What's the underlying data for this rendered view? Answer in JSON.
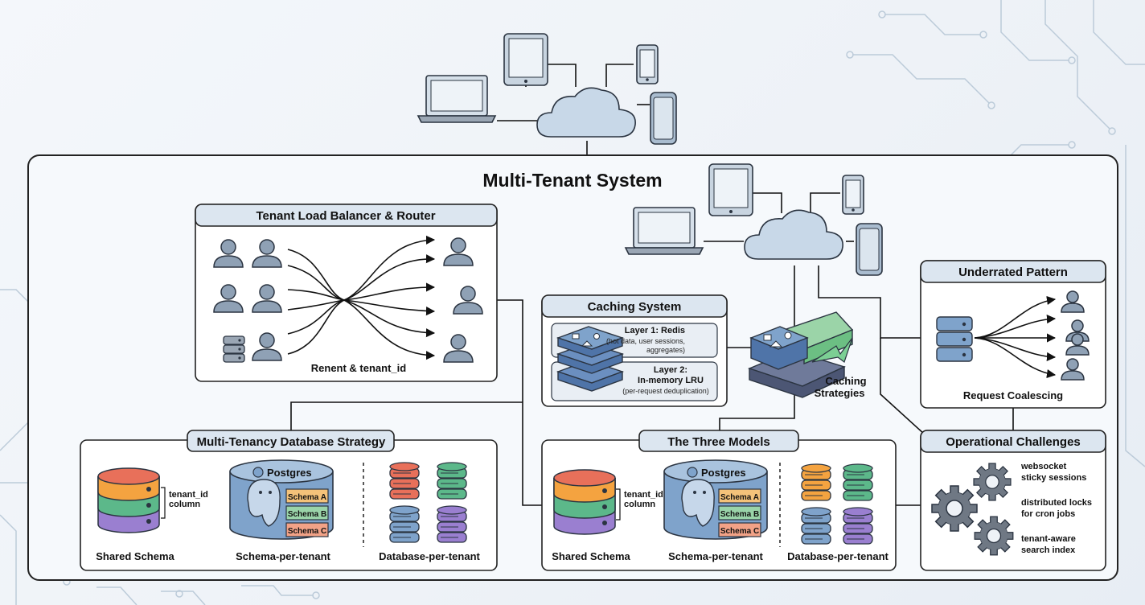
{
  "title": "Multi-Tenant System",
  "load_balancer": {
    "title": "Tenant Load Balancer & Router",
    "caption": "Renent & tenant_id"
  },
  "caching": {
    "title": "Caching System",
    "layer1_title": "Layer 1: Redis",
    "layer1_desc1": "(hot data, user sessions,",
    "layer1_desc2": "aggregates)",
    "layer2_title1": "Layer 2:",
    "layer2_title2": "In-memory LRU",
    "layer2_desc": "(per-request deduplication)",
    "strategies1": "Caching",
    "strategies2": "Strategies"
  },
  "underrated": {
    "title": "Underrated Pattern",
    "caption": "Request Coalescing"
  },
  "db_strategy": {
    "title": "Multi-Tenancy Database Strategy",
    "col_note1": "tenant_id",
    "col_note2": "column",
    "postgres": "Postgres",
    "schema_a": "Schema A",
    "schema_b": "Schema B",
    "schema_c": "Schema C",
    "shared": "Shared Schema",
    "per_schema": "Schema-per-tenant",
    "per_db": "Database-per-tenant"
  },
  "three_models": {
    "title": "The Three Models",
    "col_note1": "tenant_id",
    "col_note2": "column",
    "postgres": "Postgres",
    "schema_a": "Schema A",
    "schema_b": "Schema B",
    "schema_c": "Schema C",
    "shared": "Shared Schema",
    "per_schema": "Schema-per-tenant",
    "per_db": "Database-per-tenant"
  },
  "ops": {
    "title": "Operational Challenges",
    "item1a": "websocket",
    "item1b": "sticky sessions",
    "item2a": "distributed locks",
    "item2b": "for cron jobs",
    "item3a": "tenant-aware",
    "item3b": "search index"
  },
  "colors": {
    "panel_header": "#dce6f0",
    "user_icon": "#8fa1b5",
    "db_blue": "#7fa3cb",
    "stripe_orange": "#f4a340",
    "stripe_green": "#5cb88a",
    "stripe_purple": "#9a7fd0",
    "stripe_red": "#e8705a",
    "cloud": "#c8d8e8",
    "gear": "#6f7884"
  }
}
